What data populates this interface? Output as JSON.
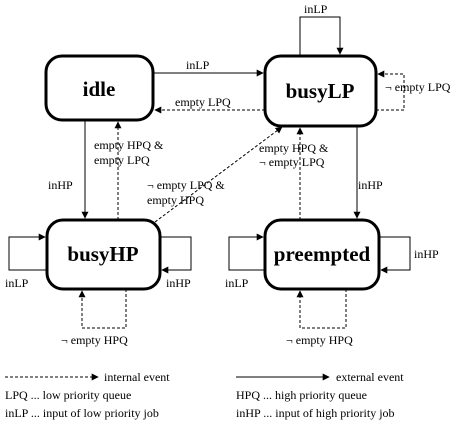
{
  "states": {
    "idle": "idle",
    "busyLP": "busyLP",
    "busyHP": "busyHP",
    "preempted": "preempted"
  },
  "edges": {
    "idle_to_busyLP": "inLP",
    "busyLP_to_idle": "empty LPQ",
    "busyLP_self_top": "inLP",
    "busyLP_self_right": "¬ empty LPQ",
    "idle_to_busyHP": "inHP",
    "busyHP_to_idle_line1": "empty HPQ &",
    "busyHP_to_idle_line2": "empty LPQ",
    "busyHP_to_busyLP_line1": "¬ empty LPQ &",
    "busyHP_to_busyLP_line2": "empty HPQ",
    "busyLP_to_preempted": "inHP",
    "preempted_to_busyLP_line1": "empty HPQ &",
    "preempted_to_busyLP_line2": "¬ empty LPQ",
    "busyHP_self_left": "inLP",
    "busyHP_self_right": "inHP",
    "busyHP_self_bottom": "¬ empty HPQ",
    "preempted_self_left": "inLP",
    "preempted_self_right": "inHP",
    "preempted_self_bottom": "¬ empty HPQ"
  },
  "legend": {
    "internal_event": "internal event",
    "external_event": "external event",
    "lpq_def": "LPQ ... low priority queue",
    "hpq_def": "HPQ ... high priority queue",
    "inlp_def": "inLP ... input of low priority job",
    "inhp_def": "inHP ... input of high priority job"
  }
}
